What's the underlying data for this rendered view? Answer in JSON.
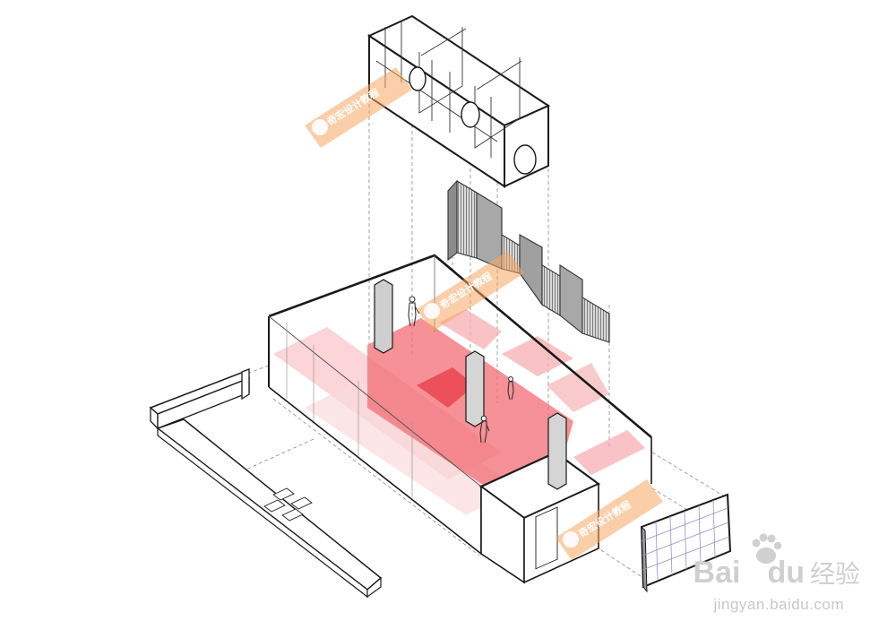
{
  "watermarks": {
    "site_text": "奇宏设计教程",
    "brand_word": "Bai",
    "brand_tail": "du",
    "brand_cn": "经验",
    "url": "jingyan.baidu.com"
  },
  "colors": {
    "line": "#1a1a1a",
    "thin": "#777777",
    "red": "#f0606a",
    "pink": "#f9c3c6",
    "orange": "#f5a660",
    "fin": "#9a9a9a",
    "baidu": "#cfcfcf"
  },
  "icons": [
    "bookmark-icon",
    "paw-icon",
    "person-figure"
  ]
}
